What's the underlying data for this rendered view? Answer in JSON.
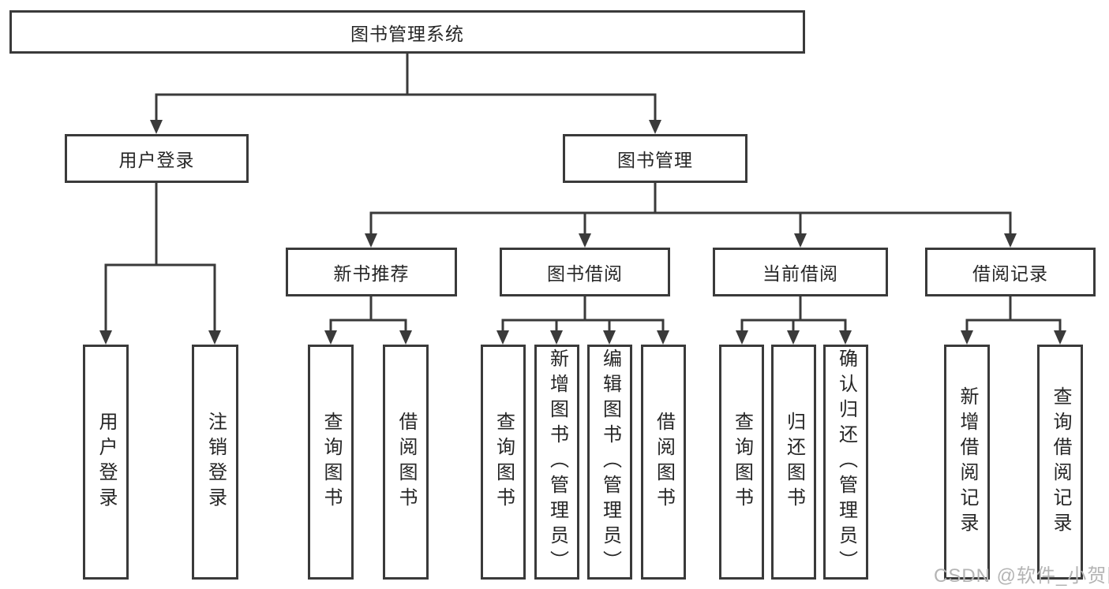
{
  "diagram": {
    "title": "图书管理系统",
    "level2": {
      "user_login": "用户登录",
      "book_mgmt": "图书管理"
    },
    "level3": {
      "new_book": "新书推荐",
      "book_borrow": "图书借阅",
      "current_borrow": "当前借阅",
      "borrow_record": "借阅记录"
    },
    "leaves": {
      "login": "用户登录",
      "logout": "注销登录",
      "nb_query": "查询图书",
      "nb_borrow": "借阅图书",
      "bb_query": "查询图书",
      "bb_add": "新增图书（管理员）",
      "bb_edit": "编辑图书（管理员）",
      "bb_borrow": "借阅图书",
      "cb_query": "查询图书",
      "cb_return": "归还图书",
      "cb_confirm": "确认归还（管理员）",
      "br_add": "新增借阅记录",
      "br_query": "查询借阅记录"
    }
  },
  "watermark": "CSDN @软件_小贺同学",
  "colors": {
    "line": "#3a3a3a",
    "text": "#262626",
    "watermark": "#b4b4b4",
    "background": "#ffffff"
  }
}
